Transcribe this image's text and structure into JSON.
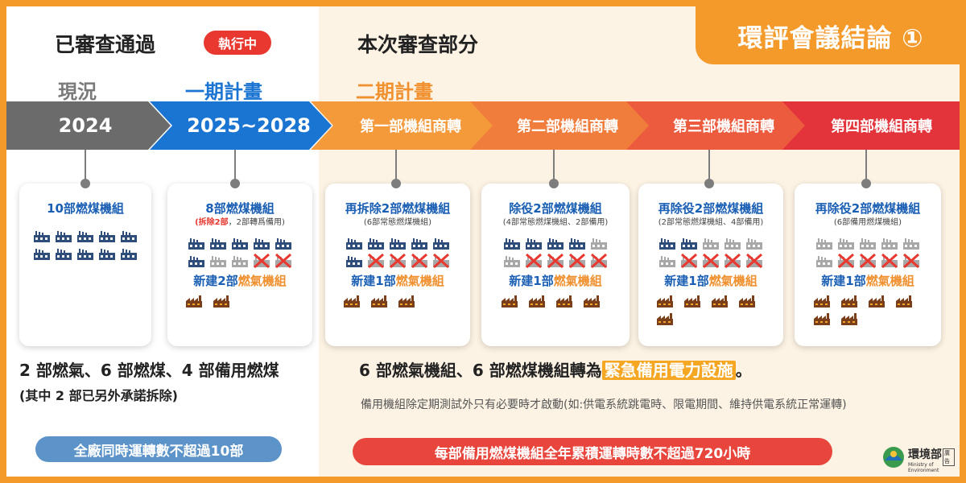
{
  "title": "環評會議結論 ①",
  "headers": {
    "passed": "已審查通過",
    "executing": "執行中",
    "review": "本次審查部分",
    "current": "現況",
    "phase1": "一期計畫",
    "phase2": "二期計畫"
  },
  "timeline": {
    "y2024": "2024",
    "y2025": "2025~2028",
    "stage1": "第一部機組商轉",
    "stage2": "第二部機組商轉",
    "stage3": "第三部機組商轉",
    "stage4": "第四部機組商轉"
  },
  "cards": [
    {
      "title": "10部燃煤機組",
      "sub": "",
      "sub_red": "",
      "new_prefix": "",
      "new_suffix": "",
      "coal_active": 10,
      "coal_standby": 0,
      "coal_removed": 0,
      "gas": 0
    },
    {
      "title": "8部燃煤機組",
      "sub_red": "(拆除2部",
      "sub": "，2部轉爲備用)",
      "new_prefix": "新建2部",
      "new_suffix": "燃氣機組",
      "coal_active": 6,
      "coal_standby": 2,
      "coal_removed": 2,
      "gas": 2
    },
    {
      "title": "再拆除2部燃煤機組",
      "sub_red": "",
      "sub": "(6部常態燃煤機組)",
      "new_prefix": "新建1部",
      "new_suffix": "燃氣機組",
      "coal_active": 6,
      "coal_standby": 0,
      "coal_removed": 4,
      "gas": 3
    },
    {
      "title": "除役2部燃煤機組",
      "sub_red": "",
      "sub": "(4部常態燃煤機組、2部備用)",
      "new_prefix": "新建1部",
      "new_suffix": "燃氣機組",
      "coal_active": 4,
      "coal_standby": 2,
      "coal_removed": 4,
      "gas": 4
    },
    {
      "title": "再除役2部燃煤機組",
      "sub_red": "",
      "sub": "(2部常態燃煤機組、4部備用)",
      "new_prefix": "新建1部",
      "new_suffix": "燃氣機組",
      "coal_active": 2,
      "coal_standby": 4,
      "coal_removed": 4,
      "gas": 5
    },
    {
      "title": "再除役2部燃煤機組",
      "sub_red": "",
      "sub": "(6部備用燃煤機組)",
      "new_prefix": "新建1部",
      "new_suffix": "燃氣機組",
      "coal_active": 0,
      "coal_standby": 6,
      "coal_removed": 4,
      "gas": 6
    }
  ],
  "summary": {
    "left_line1": "2 部燃氣、6 部燃煤、4 部備用燃煤",
    "left_line2": "(其中 2 部已另外承諾拆除)",
    "left_pill": "全廠同時運轉數不超過10部",
    "right_prefix": "6 部燃氣機組、6 部燃煤機組轉為",
    "right_highlight": "緊急備用電力設施",
    "right_suffix": "。",
    "note": "備用機組除定期測試外只有必要時才啟動(如:供電系統跳電時、限電期間、維持供電系統正常運轉)",
    "right_pill": "每部備用燃煤機組全年累積運轉時數不超過720小時"
  },
  "logo": {
    "name": "環境部",
    "tag": "廣告",
    "en": "Ministry of Environment"
  },
  "colors": {
    "accent": "#f39a2b",
    "blue": "#1a74d1",
    "red": "#e8382f",
    "coal_active": "#2f4d7a",
    "coal_standby": "#a8a8a8",
    "gas": "#7a3e1a"
  }
}
